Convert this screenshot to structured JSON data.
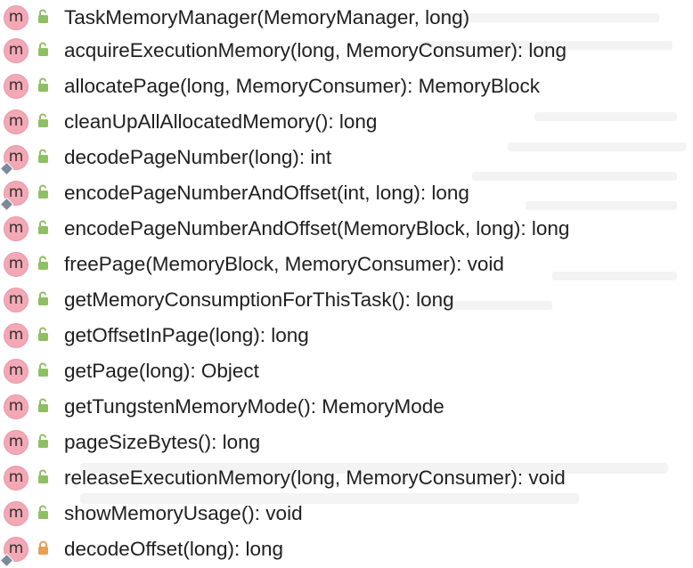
{
  "colors": {
    "method_badge": "#f3a8b5",
    "public_icon": "#8fbf63",
    "private_icon": "#e7a054",
    "override_marker": "#7a8a99",
    "text": "#202020"
  },
  "methods": [
    {
      "badge": "m",
      "visibility": "public",
      "visibility_icon": "unlock-icon",
      "override": false,
      "signature": "TaskMemoryManager(MemoryManager, long)"
    },
    {
      "badge": "m",
      "visibility": "public",
      "visibility_icon": "unlock-icon",
      "override": false,
      "signature": "acquireExecutionMemory(long, MemoryConsumer): long"
    },
    {
      "badge": "m",
      "visibility": "public",
      "visibility_icon": "unlock-icon",
      "override": false,
      "signature": "allocatePage(long, MemoryConsumer): MemoryBlock"
    },
    {
      "badge": "m",
      "visibility": "public",
      "visibility_icon": "unlock-icon",
      "override": false,
      "signature": "cleanUpAllAllocatedMemory(): long"
    },
    {
      "badge": "m",
      "visibility": "public",
      "visibility_icon": "unlock-icon",
      "override": true,
      "signature": "decodePageNumber(long): int"
    },
    {
      "badge": "m",
      "visibility": "public",
      "visibility_icon": "unlock-icon",
      "override": true,
      "signature": "encodePageNumberAndOffset(int, long): long"
    },
    {
      "badge": "m",
      "visibility": "public",
      "visibility_icon": "unlock-icon",
      "override": false,
      "signature": "encodePageNumberAndOffset(MemoryBlock, long): long"
    },
    {
      "badge": "m",
      "visibility": "public",
      "visibility_icon": "unlock-icon",
      "override": false,
      "signature": "freePage(MemoryBlock, MemoryConsumer): void"
    },
    {
      "badge": "m",
      "visibility": "public",
      "visibility_icon": "unlock-icon",
      "override": false,
      "signature": "getMemoryConsumptionForThisTask(): long"
    },
    {
      "badge": "m",
      "visibility": "public",
      "visibility_icon": "unlock-icon",
      "override": false,
      "signature": "getOffsetInPage(long): long"
    },
    {
      "badge": "m",
      "visibility": "public",
      "visibility_icon": "unlock-icon",
      "override": false,
      "signature": "getPage(long): Object"
    },
    {
      "badge": "m",
      "visibility": "public",
      "visibility_icon": "unlock-icon",
      "override": false,
      "signature": "getTungstenMemoryMode(): MemoryMode"
    },
    {
      "badge": "m",
      "visibility": "public",
      "visibility_icon": "unlock-icon",
      "override": false,
      "signature": "pageSizeBytes(): long"
    },
    {
      "badge": "m",
      "visibility": "public",
      "visibility_icon": "unlock-icon",
      "override": false,
      "signature": "releaseExecutionMemory(long, MemoryConsumer): void"
    },
    {
      "badge": "m",
      "visibility": "public",
      "visibility_icon": "unlock-icon",
      "override": false,
      "signature": "showMemoryUsage(): void"
    },
    {
      "badge": "m",
      "visibility": "private",
      "visibility_icon": "lock-icon",
      "override": true,
      "signature": "decodeOffset(long): long"
    }
  ]
}
